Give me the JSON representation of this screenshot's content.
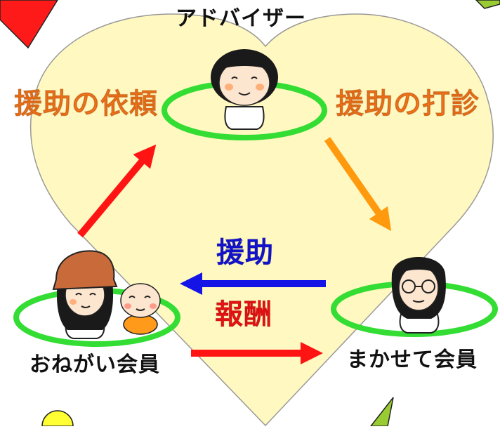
{
  "labels": {
    "advisor": "アドバイザー",
    "requester": "おねがい会員",
    "provider": "まかせて会員",
    "request_assistance": "援助の依頼",
    "offer_assistance": "援助の打診",
    "assistance": "援助",
    "reward": "報酬"
  },
  "colors": {
    "heart_fill": "#fff8c0",
    "heart_stroke": "#999999",
    "ring": "#33dd33",
    "orange_text": "#ff7a1a",
    "orange_arrow": "#ff9a0e",
    "red": "#ff1414",
    "blue": "#1414e6",
    "corner_red": "#ff1a1a",
    "corner_yellow": "#ffff33",
    "corner_green": "#99cc33"
  },
  "icons": [
    "advisor-person-icon",
    "requester-person-icon",
    "baby-icon",
    "provider-person-icon"
  ]
}
